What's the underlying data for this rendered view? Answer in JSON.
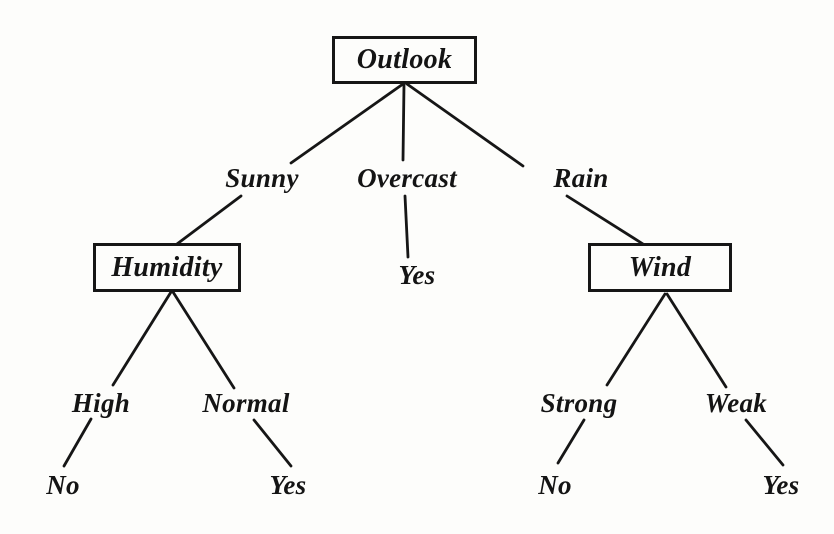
{
  "diagram_type": "decision-tree",
  "colors": {
    "ink": "#161616",
    "paper": "#fdfdfb"
  },
  "tree": {
    "root_label": "Outlook",
    "branches": [
      {
        "edge_label": "Sunny",
        "node_label": "Humidity",
        "children": [
          {
            "edge_label": "High",
            "leaf_label": "No"
          },
          {
            "edge_label": "Normal",
            "leaf_label": "Yes"
          }
        ]
      },
      {
        "edge_label": "Overcast",
        "leaf_label": "Yes"
      },
      {
        "edge_label": "Rain",
        "node_label": "Wind",
        "children": [
          {
            "edge_label": "Strong",
            "leaf_label": "No"
          },
          {
            "edge_label": "Weak",
            "leaf_label": "Yes"
          }
        ]
      }
    ]
  }
}
